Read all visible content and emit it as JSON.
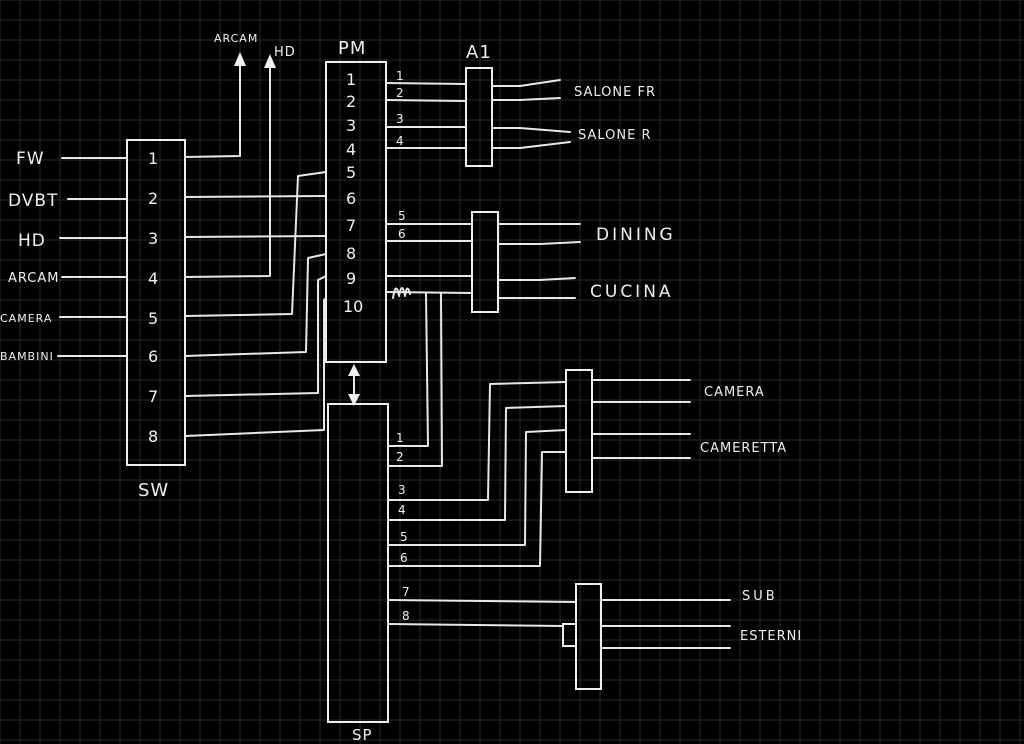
{
  "diagram": {
    "inputs": [
      "FW",
      "DVBT",
      "HD",
      "ARCAM",
      "CAMERA",
      "BAMBINI"
    ],
    "top_arrows": {
      "arcam": "ARCAM",
      "hd": "HD"
    },
    "sw": {
      "name": "SW",
      "ports": [
        "1",
        "2",
        "3",
        "4",
        "5",
        "6",
        "7",
        "8"
      ]
    },
    "pm": {
      "name": "PM",
      "ports": [
        "1",
        "2",
        "3",
        "4",
        "5",
        "6",
        "7",
        "8",
        "9",
        "10"
      ]
    },
    "pm_out": [
      "1",
      "2",
      "3",
      "4",
      "5",
      "6"
    ],
    "a1": {
      "name": "A1"
    },
    "sp": {
      "name": "SP",
      "ports": [
        "1",
        "2",
        "3",
        "4",
        "5",
        "6",
        "7",
        "8"
      ]
    },
    "zones": [
      "SALONE FR",
      "SALONE R",
      "DINING",
      "CUCINA",
      "CAMERA",
      "CAMERETTA",
      "SUB",
      "ESTERNI"
    ]
  }
}
